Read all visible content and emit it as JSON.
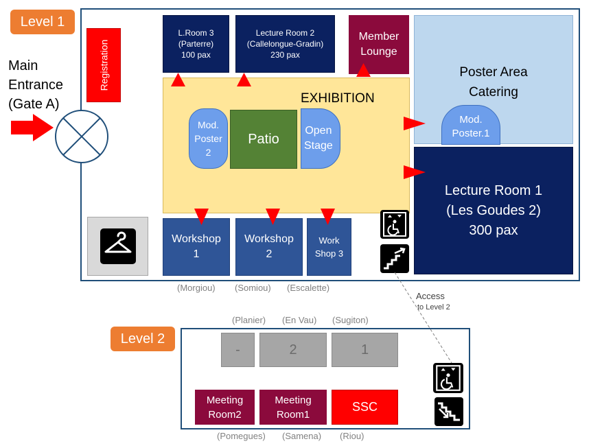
{
  "level1": {
    "badge": "Level 1",
    "entrance": "Main\nEntrance\n(Gate A)",
    "registration": "Registration",
    "exhibition": "EXHIBITION",
    "lroom3": {
      "name": "L.Room 3\n(Parterre)",
      "pax": "100 pax"
    },
    "lroom2": {
      "name": "Lecture Room 2\n(Callelongue-Gradin)",
      "pax": "230 pax"
    },
    "member_lounge": "Member\nLounge",
    "poster_area": "Poster Area\nCatering",
    "mod_poster1": "Mod.\nPoster.1",
    "mod_poster2": "Mod.\nPoster\n2",
    "patio": "Patio",
    "open_stage": "Open\nStage",
    "lecture_room1": "Lecture Room 1\n(Les Goudes 2)\n300 pax",
    "workshop1": "Workshop\n1",
    "workshop2": "Workshop\n2",
    "workshop3": "Work\nShop 3",
    "under_ws1": "(Morgiou)",
    "under_ws2": "(Somiou)",
    "under_ws3": "(Escalette)",
    "access": "Access",
    "access_sub": "to Level 2"
  },
  "level2": {
    "badge": "Level 2",
    "room_dash": "-",
    "room_2": "2",
    "room_1": "1",
    "above_dash": "(Planier)",
    "above_2": "(En Vau)",
    "above_1": "(Sugiton)",
    "meeting2": "Meeting\nRoom2",
    "meeting1": "Meeting\nRoom1",
    "ssc": "SSC",
    "below_m2": "(Pomegues)",
    "below_m1": "(Samena)",
    "below_ssc": "(Riou)"
  },
  "colors": {
    "navy": "#0B2160",
    "maroon": "#8B0A3C",
    "exhibition": "#FFE699",
    "poster_area": "#BDD7EE",
    "patio": "#548235",
    "red": "#FF0000",
    "orange": "#ED7D31"
  },
  "icons": [
    "elevator-icon",
    "stairs-up-icon",
    "stairs-down-icon",
    "coat-hanger-icon",
    "entrance-arrow-icon",
    "gate-icon"
  ]
}
